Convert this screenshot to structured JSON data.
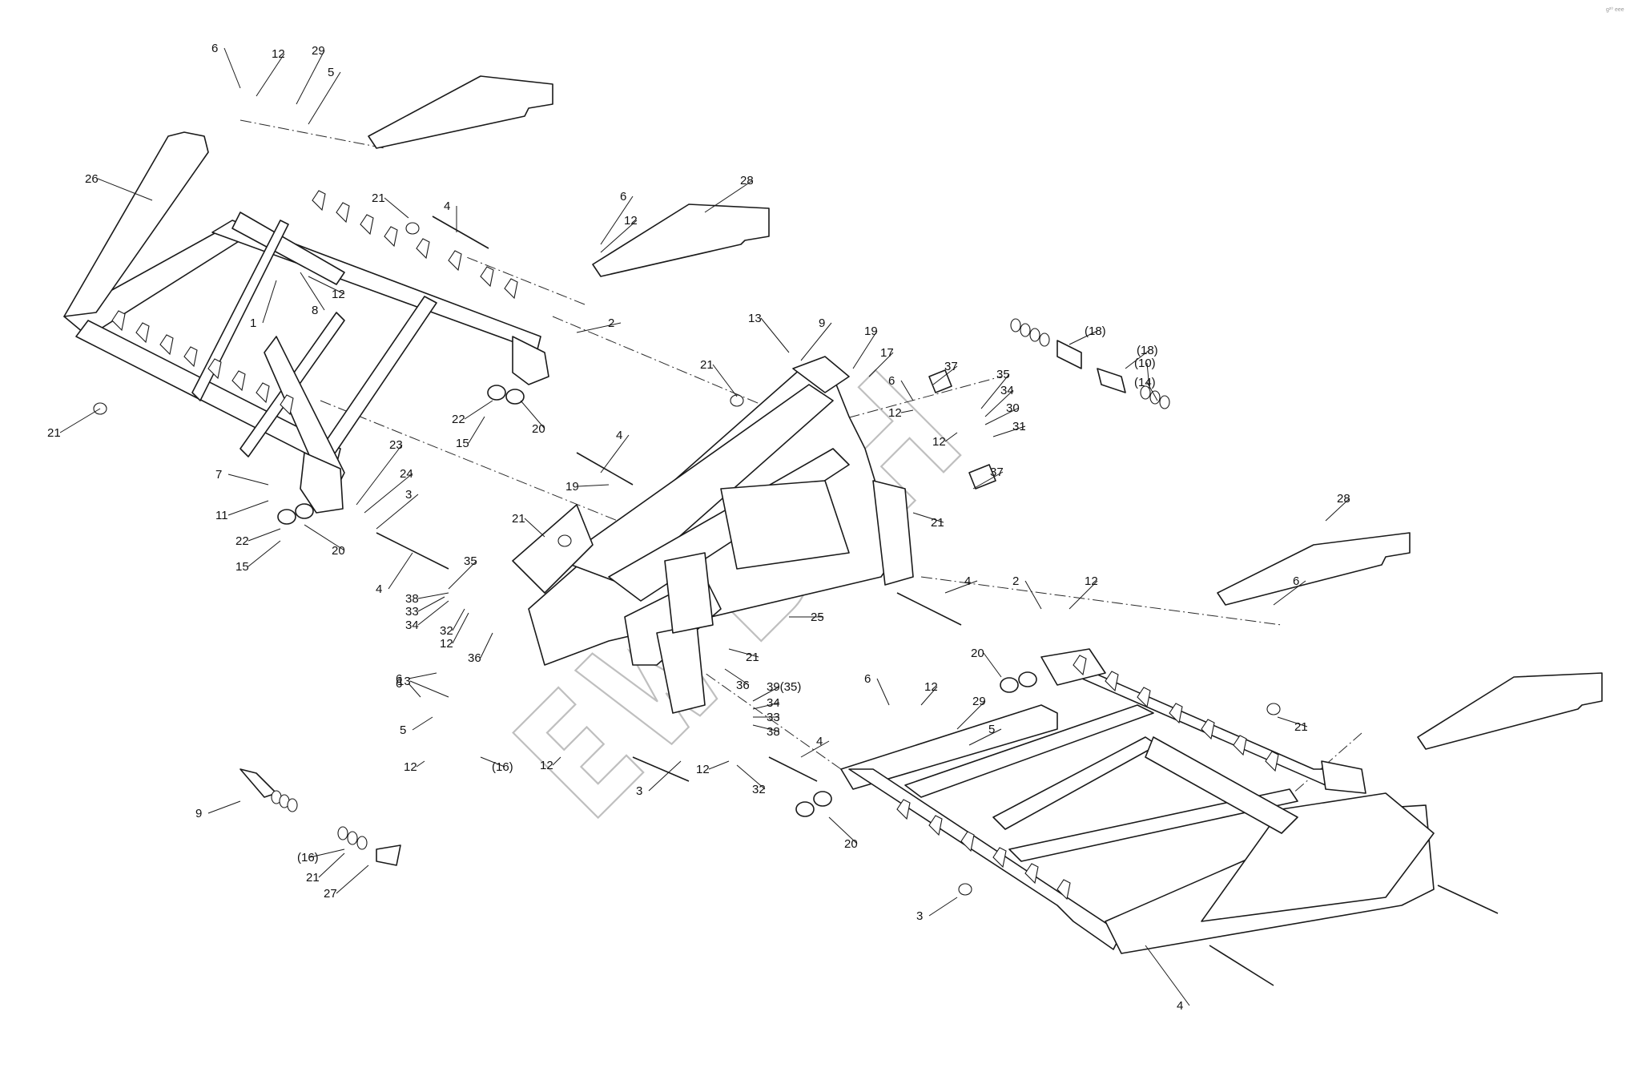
{
  "corner_mark": "g²⁰ eee",
  "callouts": [
    "6",
    "12",
    "29",
    "5",
    "26",
    "28",
    "21",
    "4",
    "6",
    "12",
    "1",
    "8",
    "12",
    "2",
    "13",
    "9",
    "19",
    "17",
    "(18)",
    "(18)",
    "(10)",
    "(14)",
    "21",
    "37",
    "6",
    "35",
    "34",
    "12",
    "30",
    "31",
    "12",
    "21",
    "22",
    "15",
    "20",
    "4",
    "19",
    "7",
    "11",
    "22",
    "15",
    "20",
    "23",
    "24",
    "3",
    "4",
    "21",
    "35",
    "38",
    "33",
    "34",
    "32",
    "12",
    "36",
    "25",
    "21",
    "37",
    "21",
    "4",
    "28",
    "2",
    "12",
    "6",
    "20",
    "21",
    "6",
    "12",
    "29",
    "5",
    "36",
    "39(35)",
    "34",
    "33",
    "38",
    "4",
    "12",
    "32",
    "3",
    "20",
    "6",
    "12",
    "12",
    "6",
    "5",
    "(16)",
    "13",
    "9",
    "(16)",
    "21",
    "27",
    "3",
    "4"
  ]
}
